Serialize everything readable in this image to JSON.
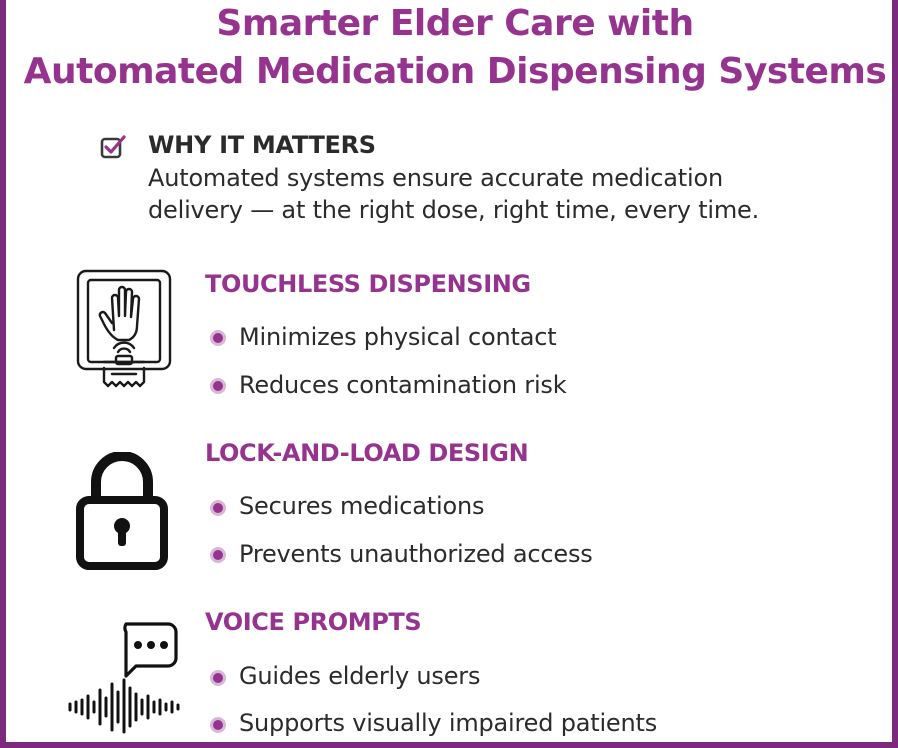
{
  "header": {
    "title_line1": "Smarter Elder Care with",
    "title_line2": "Automated Medication Dispensing Systems"
  },
  "why": {
    "icon": "checkbox-check-icon",
    "heading": "WHY IT MATTERS",
    "line1": "Automated systems ensure accurate medication",
    "line2": "delivery — at the right dose, right time, every time."
  },
  "sections": [
    {
      "icon": "touchless-dispenser-hand-icon",
      "heading": "TOUCHLESS DISPENSING",
      "bullets": [
        "Minimizes physical contact",
        "Reduces contamination risk"
      ]
    },
    {
      "icon": "padlock-icon",
      "heading": "LOCK-AND-LOAD DESIGN",
      "bullets": [
        "Secures medications",
        "Prevents unauthorized access"
      ]
    },
    {
      "icon": "voice-chat-soundwave-icon",
      "heading": "VOICE PROMPTS",
      "bullets": [
        "Guides elderly users",
        "Supports visually impaired patients"
      ]
    }
  ],
  "colors": {
    "accent": "#96338f",
    "border": "#7b2a7e",
    "text": "#2b2b2b"
  }
}
